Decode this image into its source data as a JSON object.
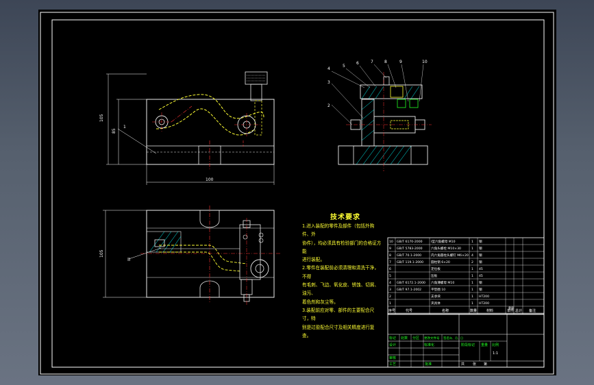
{
  "colors": {
    "background": "#000000",
    "frame": "#ffffff",
    "outline": "#f2f2f2",
    "centerline": "#ff3333",
    "hidden": "#ffff33",
    "hatch": "#00ffff",
    "dimension": "#ffffff",
    "note_text": "#ffff33",
    "table_text": "#ffffff",
    "table_green": "#22ff22"
  },
  "views": {
    "front": {
      "part_callout": "1",
      "dim_height_outer": "105",
      "dim_height_inner": "85",
      "dim_width": "100"
    },
    "top": {
      "dim_height": "105",
      "section_label": "II"
    },
    "side_section": {
      "callouts": [
        "4",
        "5",
        "6",
        "7",
        "8",
        "9",
        "10",
        "3",
        "2"
      ]
    }
  },
  "technical_requirements": {
    "title": "技术要求",
    "lines": [
      "1.进入装配的零件及部件（包括外购件、外",
      "协件），均必须具有检验部门的合格证方能",
      "进行装配。",
      "2.零件在装配前必须清理和清洗干净，不得",
      "有毛刺、飞边、氧化皮、锈蚀、切屑、油污、",
      "着色剂和灰尘等。",
      "3.装配前应对零、部件的主要配合尺寸，特",
      "别是过盈配合尺寸及相关精度进行复查。"
    ]
  },
  "parts_list": {
    "rows": [
      {
        "no": "10",
        "code": "GB/T 6170-2000",
        "name": "I型六角螺母 M10",
        "qty": "1",
        "material": "钢"
      },
      {
        "no": "9",
        "code": "GB/T 5783-2000",
        "name": "六角头螺栓 M10×30",
        "qty": "1",
        "material": "钢"
      },
      {
        "no": "8",
        "code": "GB/T 70.1-2000",
        "name": "内六角圆柱头螺钉 M6×20",
        "qty": "4",
        "material": "钢"
      },
      {
        "no": "7",
        "code": "GB/T 119.1-2000",
        "name": "圆柱销 6×20",
        "qty": "2",
        "material": "钢"
      },
      {
        "no": "6",
        "code": "",
        "name": "定位板",
        "qty": "1",
        "material": "45"
      },
      {
        "no": "5",
        "code": "",
        "name": "压板",
        "qty": "1",
        "material": "45"
      },
      {
        "no": "4",
        "code": "GB/T 6172.1-2000",
        "name": "六角薄螺母 M10",
        "qty": "1",
        "material": "钢"
      },
      {
        "no": "3",
        "code": "GB/T 97.1-2002",
        "name": "平垫圈 10",
        "qty": "1",
        "material": "钢"
      },
      {
        "no": "2",
        "code": "",
        "name": "支承块",
        "qty": "1",
        "material": "HT200"
      },
      {
        "no": "1",
        "code": "",
        "name": "夹具体",
        "qty": "1",
        "material": "HT200"
      }
    ],
    "header": {
      "no": "序号",
      "code": "代号",
      "name": "名称",
      "qty": "数量",
      "material": "材料",
      "unit_weight": "单件",
      "total_weight": "总计",
      "weight": "重量",
      "remark": "备注"
    }
  },
  "title_block": {
    "mark": "标记",
    "count": "处数",
    "zone": "分区",
    "change_doc": "更改文件号",
    "sign": "签名",
    "date": "年、月、日",
    "design": "设计",
    "standard": "标准化",
    "review": "审核",
    "process": "工艺",
    "approve": "批准",
    "stage_mark": "阶段标记",
    "weight": "重量",
    "scale": "比例",
    "scale_value": "1:1",
    "sheets": "共",
    "sheet": "张",
    "of": "第"
  }
}
